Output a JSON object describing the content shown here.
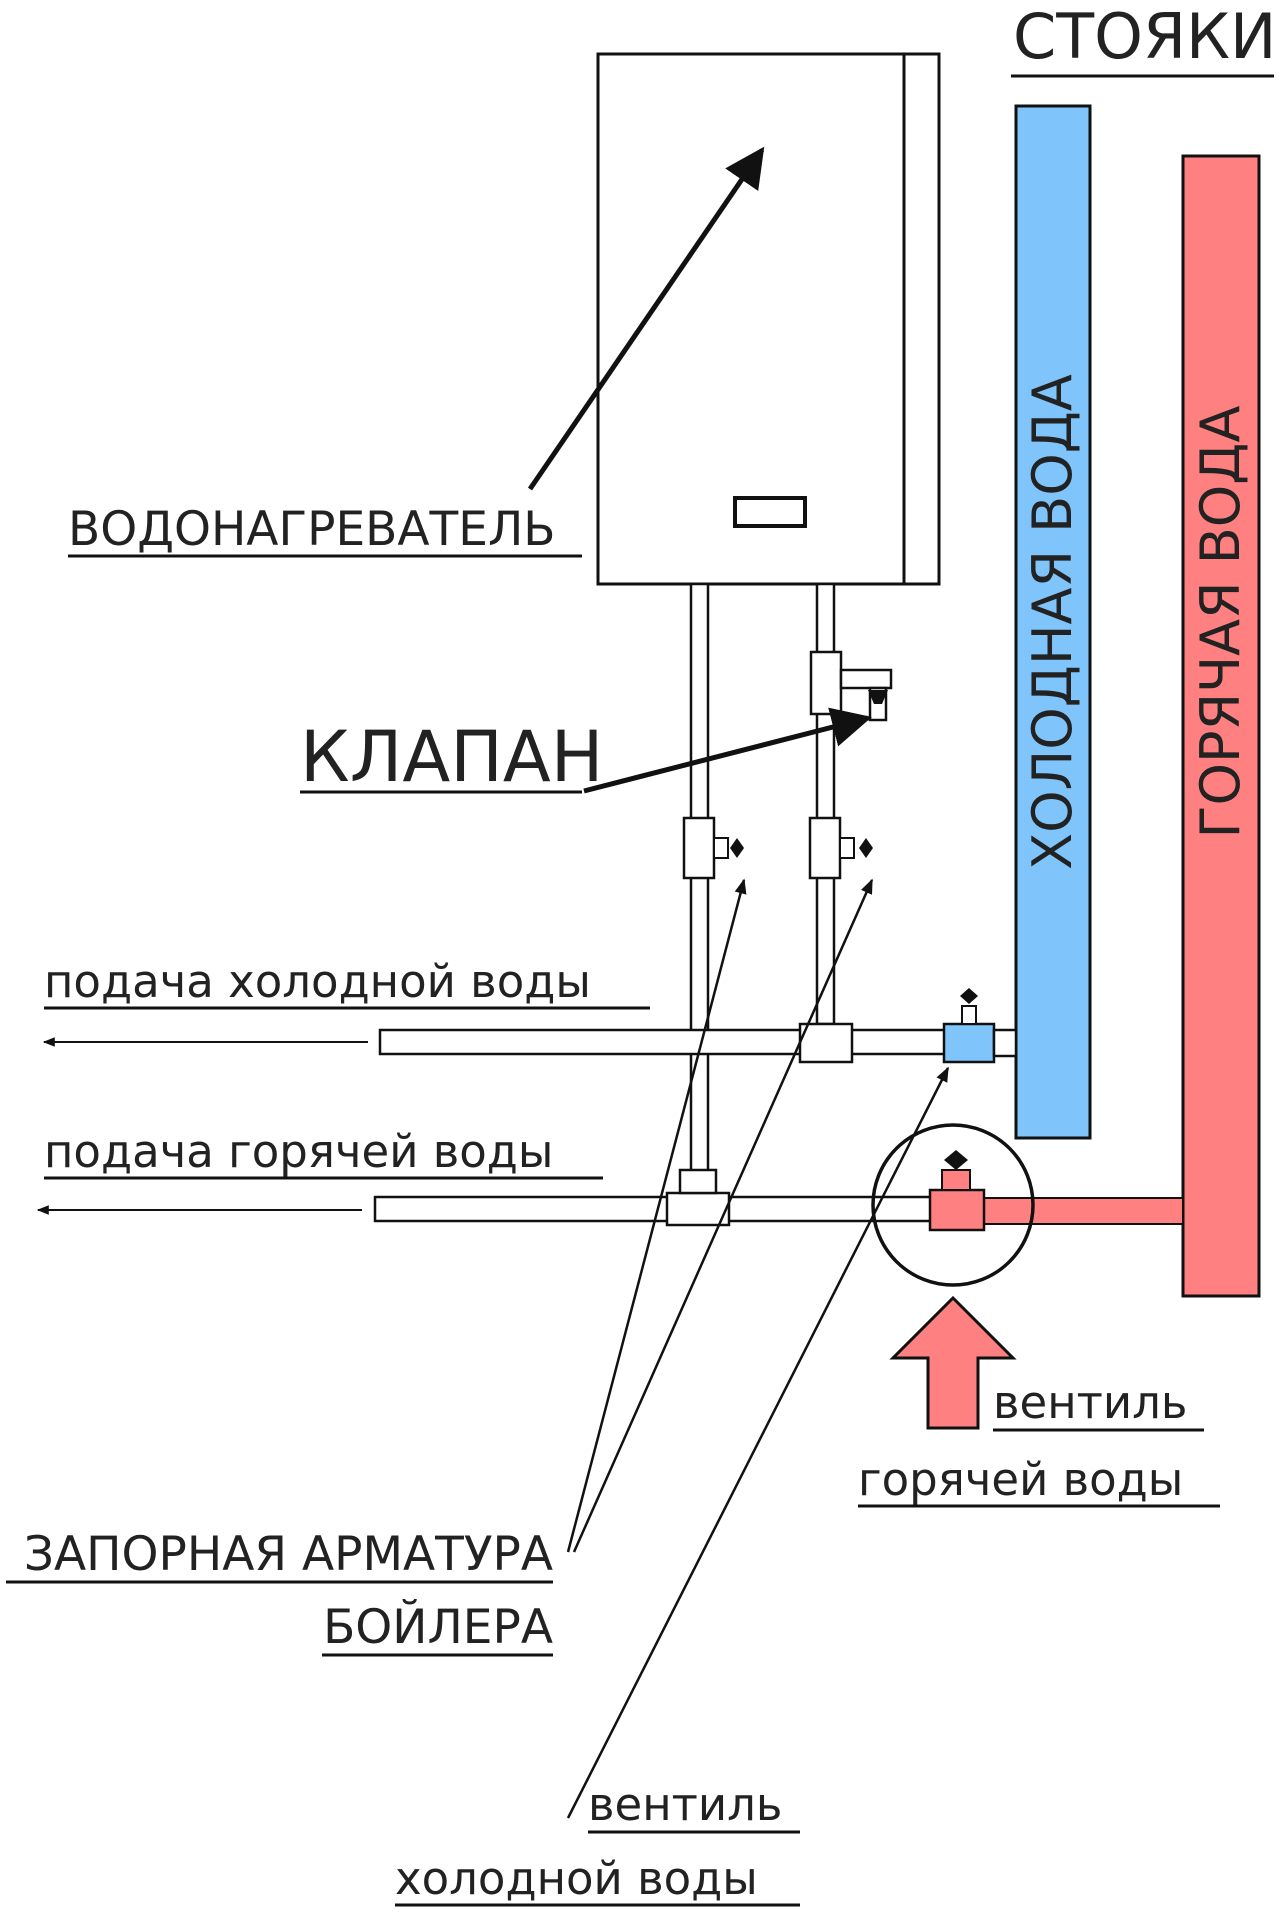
{
  "labels": {
    "risers_title": "СТОЯКИ",
    "cold_riser": "ХОЛОДНАЯ ВОДА",
    "hot_riser": "ГОРЯЧАЯ ВОДА",
    "water_heater": "ВОДОНАГРЕВАТЕЛЬ",
    "valve": "КЛАПАН",
    "cold_supply": "подача холодной воды",
    "hot_supply": "подача горячей воды",
    "hot_valve_line1": "вентиль",
    "hot_valve_line2": "горячей воды",
    "shutoff_line1": "ЗАПОРНАЯ АРМАТУРА",
    "shutoff_line2": "БОЙЛЕРА",
    "cold_valve_line1": "вентиль",
    "cold_valve_line2": "холодной воды"
  },
  "colors": {
    "cold": "#80c4fc",
    "hot": "#ff8080",
    "line": "#111111",
    "text": "#222222",
    "background": "#ffffff"
  }
}
